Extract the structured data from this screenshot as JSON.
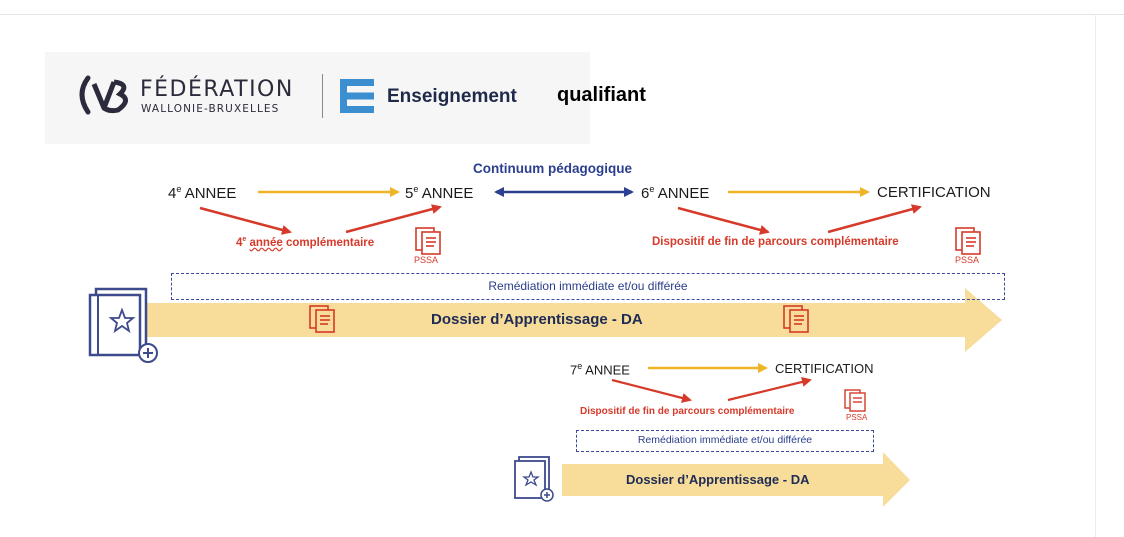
{
  "header": {
    "org_name": "FÉDÉRATION",
    "org_sub": "WALLONIE-BRUXELLES",
    "enseignement": "Enseignement",
    "qualifiant": "qualifiant"
  },
  "diagram": {
    "continuum_label": "Continuum pédagogique",
    "years": {
      "y4_num": "4",
      "y5_num": "5",
      "y6_num": "6",
      "y7_num": "7",
      "sup": "e",
      "annee": "ANNEE"
    },
    "certification": "CERTIFICATION",
    "complementary_year": {
      "num": "4",
      "sup": "e",
      "annee": "année",
      "rest": "complémentaire"
    },
    "dispositif": "Dispositif de fin de parcours complémentaire",
    "pssa": "PSSA",
    "remediation": "Remédiation immédiate et/ou différée",
    "dossier": "Dossier d’Apprentissage - DA"
  },
  "colors": {
    "yellow_arrow": "#f0b429",
    "red_arrow": "#d63a2a",
    "blue_arrow": "#2c3e8f",
    "band": "#f8dc9a",
    "logo_blue": "#3b8fd0"
  },
  "icons": [
    "logo-glyph-icon",
    "menu-lines-icon",
    "pssa-document-icon",
    "book-star-icon",
    "add-circle-icon"
  ]
}
